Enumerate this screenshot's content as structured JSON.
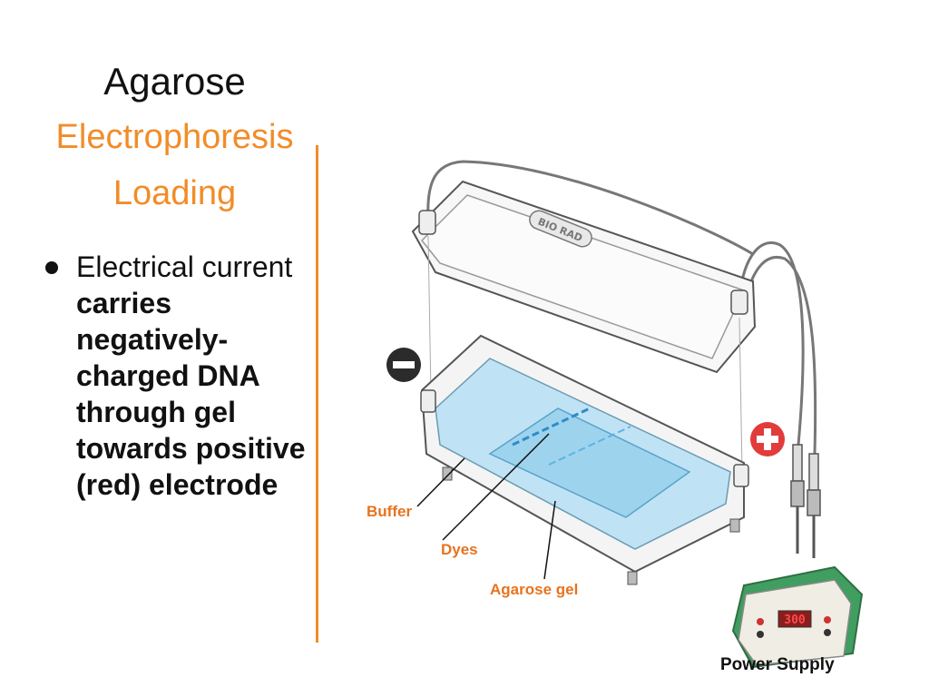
{
  "slide": {
    "title_line1": "Agarose",
    "title_line2": "Electrophoresis",
    "title_line3": "Loading",
    "bullet": {
      "intro": "Electrical current",
      "bold": "carries negatively-charged DNA through gel towards positive (red) electrode"
    }
  },
  "diagram": {
    "lid_logo": "BIO RAD",
    "labels": {
      "buffer": "Buffer",
      "dyes": "Dyes",
      "agarose_gel": "Agarose gel",
      "power_supply": "Power Supply"
    },
    "power_display": "300",
    "colors": {
      "accent_orange": "#F28C28",
      "label_orange": "#E8731E",
      "buffer_blue": "#BFE3F5",
      "gel_blue": "#9ED3EE",
      "dye_blue": "#2E8BC8",
      "negative": "#2B2B2B",
      "positive": "#E23B3B"
    }
  }
}
